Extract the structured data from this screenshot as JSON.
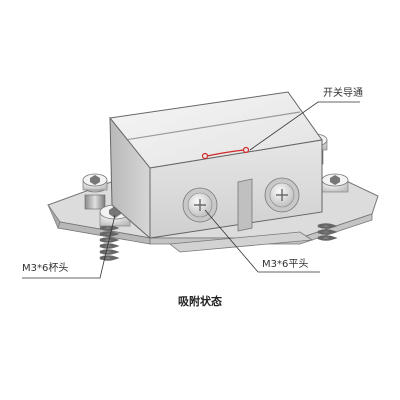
{
  "labels": {
    "switch_conduction": "开关导通",
    "cup_head_screw": "M3*6杯头",
    "flat_head_screw": "M3*6平头"
  },
  "caption": "吸附状态",
  "colors": {
    "body_top": "#ededed",
    "body_side": "#c9c9c9",
    "body_front": "#d9d9d9",
    "leader_line": "#333333",
    "switch_mark": "#d22a2a"
  }
}
